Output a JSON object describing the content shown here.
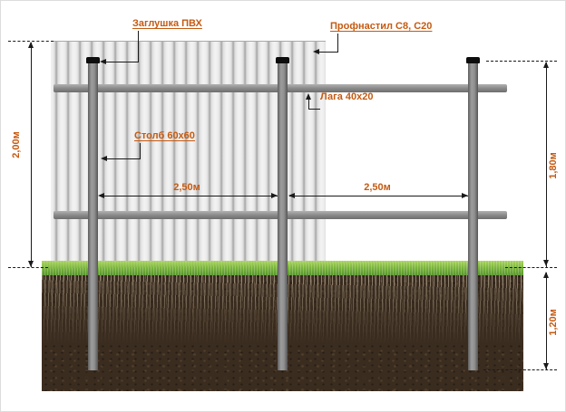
{
  "callouts": {
    "cap_label": "Заглушка ПВХ",
    "sheet_label": "Профнастил С8, С20",
    "rail_label": "Лага 40х20",
    "post_label": "Столб 60х60"
  },
  "dimensions": {
    "fence_height": "2,00м",
    "span_1": "2,50м",
    "span_2": "2,50м",
    "above_ground": "1,80м",
    "below_ground": "1,20м"
  },
  "colors": {
    "label_orange": "#C55A11",
    "dim_black": "#1a1a1a",
    "post_gray": "#8f8f8f",
    "sheet_gray": "#e9e9e9",
    "grass_green": "#7db73e",
    "soil_brown": "#3a2c1f"
  }
}
